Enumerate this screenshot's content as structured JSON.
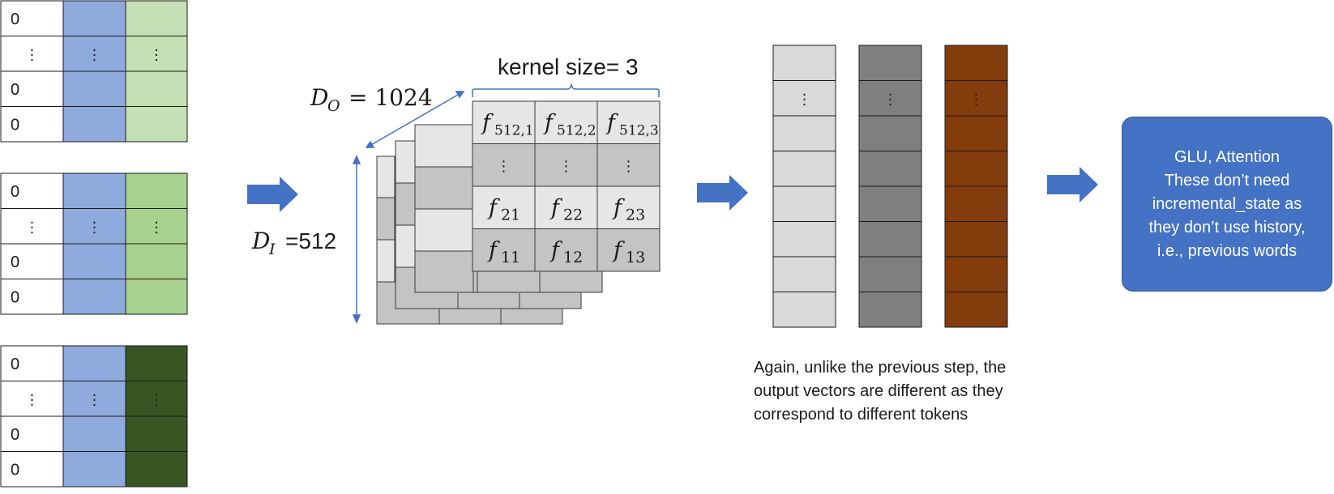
{
  "input_tables": {
    "cell_zero": "0",
    "cell_dots": "⋮",
    "colors": {
      "blue": "#8faadc",
      "green_light": "#c5e0b4",
      "green_mid": "#a9d18e",
      "green_dark": "#375623"
    }
  },
  "conv": {
    "kernel_label": "kernel size= 3",
    "do_var": "D",
    "do_sub": "O",
    "do_value": "= 1024",
    "di_var": "D",
    "di_sub": "I",
    "di_value": "=512",
    "filters": [
      {
        "f": "f",
        "sub": "512,1"
      },
      {
        "f": "f",
        "sub": "512,2"
      },
      {
        "f": "f",
        "sub": "512,3"
      },
      {
        "f": "f",
        "sub": "21"
      },
      {
        "f": "f",
        "sub": "22"
      },
      {
        "f": "f",
        "sub": "23"
      },
      {
        "f": "f",
        "sub": "11"
      },
      {
        "f": "f",
        "sub": "12"
      },
      {
        "f": "f",
        "sub": "13"
      }
    ],
    "dots": "⋮"
  },
  "output_vectors": {
    "dots": "⋮",
    "colors": [
      "#d9d9d9",
      "#7f7f7f",
      "#843c0c"
    ]
  },
  "note": {
    "lines": [
      "Again, unlike the previous step, the",
      "output vectors are different as they",
      "correspond to different tokens"
    ]
  },
  "glu_box": {
    "lines": [
      "GLU, Attention",
      "These don’t need",
      "incremental_state as",
      "they don’t use history,",
      "i.e., previous words"
    ],
    "color": "#4472c4"
  },
  "arrow_color": "#4472c4"
}
